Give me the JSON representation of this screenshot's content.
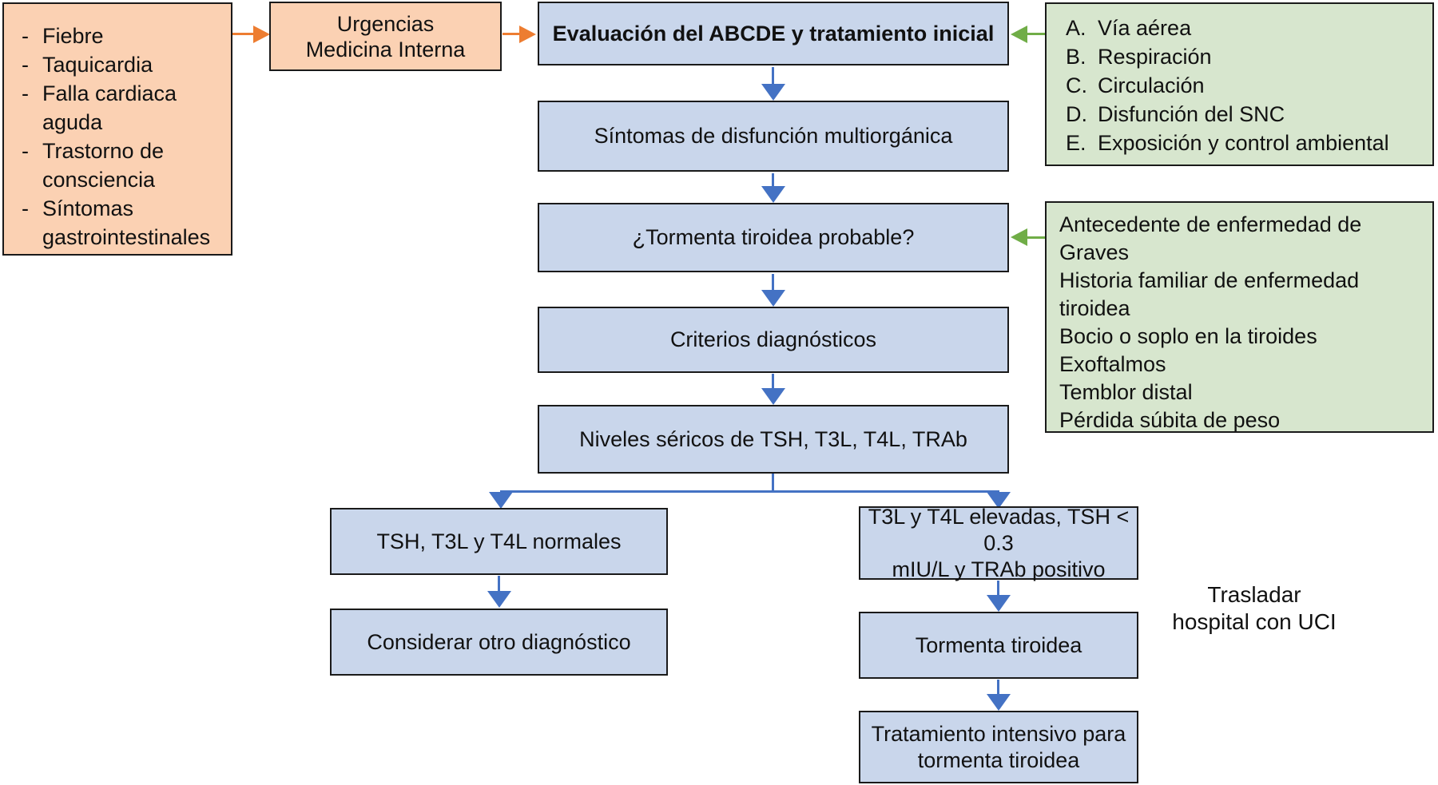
{
  "palette": {
    "orange_fill": "#FBD1B3",
    "blue_fill": "#C9D6EB",
    "green_fill": "#D7E6CE",
    "orange_arrow": "#ED7D31",
    "blue_arrow": "#4472C4",
    "green_arrow": "#70AD47",
    "box_border": "#1a1a1a",
    "background": "#ffffff"
  },
  "symptom_list": {
    "dash": "-",
    "items": [
      "Fiebre",
      "Taquicardia",
      "Falla cardiaca aguda",
      "Trastorno de consciencia",
      "Síntomas gastrointestinales"
    ]
  },
  "urgencias_box": {
    "lines": [
      "Urgencias",
      "Medicina Interna"
    ]
  },
  "flow": {
    "evaluacion": "Evaluación del ABCDE y tratamiento inicial",
    "sintomas": "Síntomas de disfunción multiorgánica",
    "tormenta_probable": "¿Tormenta tiroidea probable?",
    "criterios": "Criterios diagnósticos",
    "niveles": "Niveles séricos de TSH, T3L, T4L, TRAb"
  },
  "abcde_box": {
    "items": [
      {
        "key": "A.",
        "label": "Vía aérea"
      },
      {
        "key": "B.",
        "label": "Respiración"
      },
      {
        "key": "C.",
        "label": "Circulación"
      },
      {
        "key": "D.",
        "label": "Disfunción del SNC"
      },
      {
        "key": "E.",
        "label": "Exposición y control ambiental"
      }
    ]
  },
  "antecedentes_box": {
    "items": [
      "Antecedente de enfermedad de Graves",
      "Historia familiar de enfermedad tiroidea",
      "Bocio o soplo en la tiroides",
      "Exoftalmos",
      "Temblor distal",
      "Pérdida súbita de peso"
    ]
  },
  "left_branch": {
    "normales": "TSH, T3L y T4L normales",
    "considerar": "Considerar otro diagnóstico"
  },
  "right_branch": {
    "elevadas_lines": [
      "T3L y T4L elevadas, TSH < 0.3",
      "mIU/L y TRAb positivo"
    ],
    "tormenta": "Tormenta tiroidea",
    "tratamiento_lines": [
      "Tratamiento intensivo para",
      "tormenta tiroidea"
    ]
  },
  "note": {
    "lines": [
      "Trasladar",
      "hospital con UCI"
    ]
  }
}
